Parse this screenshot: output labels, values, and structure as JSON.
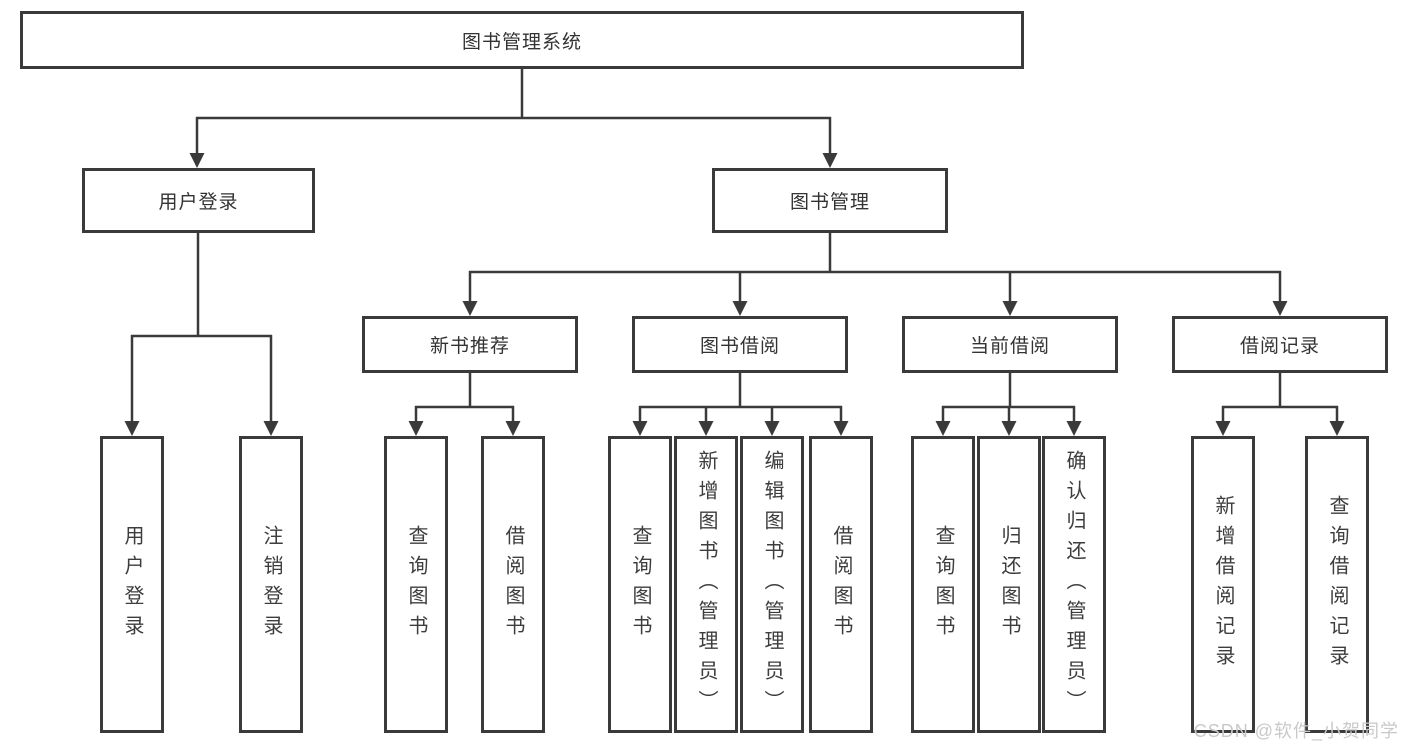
{
  "diagram": {
    "root": {
      "label": "图书管理系统"
    },
    "level2": {
      "user_login": {
        "label": "用户登录"
      },
      "book_management": {
        "label": "图书管理"
      }
    },
    "level3": {
      "new_book_recommend": {
        "label": "新书推荐"
      },
      "book_borrow": {
        "label": "图书借阅"
      },
      "current_borrow": {
        "label": "当前借阅"
      },
      "borrow_records": {
        "label": "借阅记录"
      }
    },
    "leaves": {
      "user_login": "用户登录",
      "logout": "注销登录",
      "rec_query_books": "查询图书",
      "rec_borrow_books": "借阅图书",
      "bb_query_books": "查询图书",
      "bb_add_books_admin": "新增图书（管理员）",
      "bb_edit_books_admin": "编辑图书（管理员）",
      "bb_borrow_books": "借阅图书",
      "cb_query_books": "查询图书",
      "cb_return_books": "归还图书",
      "cb_confirm_return_admin": "确认归还（管理员）",
      "br_add_record": "新增借阅记录",
      "br_query_record": "查询借阅记录"
    }
  },
  "watermark": {
    "text": "CSDN @软件_小贺同学"
  },
  "colors": {
    "line": "#3a3a3a",
    "text": "#333333",
    "watermark": "#c9c9c9",
    "box_background": "#ffffff",
    "page_background": "#ffffff"
  }
}
